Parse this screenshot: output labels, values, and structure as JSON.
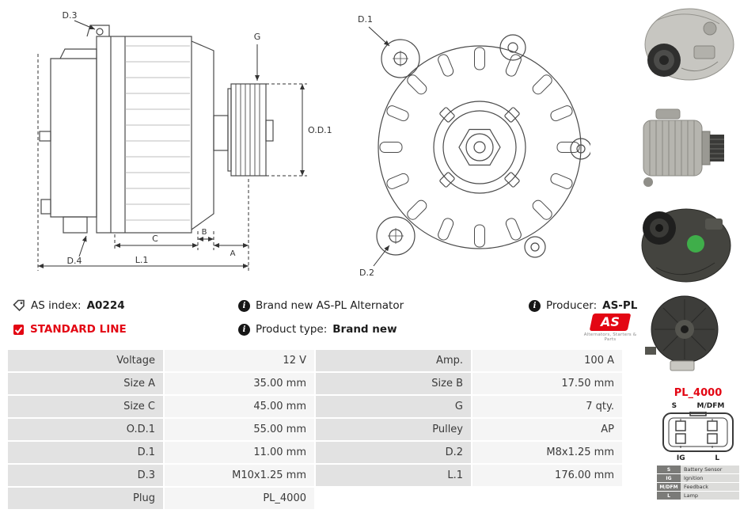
{
  "info": {
    "as_index_label": "AS index:",
    "as_index_value": "A0224",
    "brand_new_text": "Brand new AS-PL Alternator",
    "producer_label": "Producer:",
    "producer_value": "AS-PL",
    "standard_line": "STANDARD LINE",
    "product_type_label": "Product type:",
    "product_type_value": "Brand new",
    "logo_text": "AS",
    "logo_tagline": "Alternators, Starters & Parts"
  },
  "drawing": {
    "d3": "D.3",
    "g": "G",
    "od1": "O.D.1",
    "d4": "D.4",
    "c": "C",
    "b": "B",
    "a": "A",
    "l1": "L.1",
    "d1": "D.1",
    "d2": "D.2"
  },
  "specs": {
    "rows": [
      {
        "label1": "Voltage",
        "value1": "12 V",
        "label2": "Amp.",
        "value2": "100 A"
      },
      {
        "label1": "Size A",
        "value1": "35.00 mm",
        "label2": "Size B",
        "value2": "17.50 mm"
      },
      {
        "label1": "Size C",
        "value1": "45.00 mm",
        "label2": "G",
        "value2": "7 qty."
      },
      {
        "label1": "O.D.1",
        "value1": "55.00 mm",
        "label2": "Pulley",
        "value2": "AP"
      },
      {
        "label1": "D.1",
        "value1": "11.00 mm",
        "label2": "D.2",
        "value2": "M8x1.25 mm"
      },
      {
        "label1": "D.3",
        "value1": "M10x1.25 mm",
        "label2": "L.1",
        "value2": "176.00 mm"
      },
      {
        "label1": "Plug",
        "value1": "PL_4000"
      }
    ]
  },
  "connector": {
    "title": "PL_4000",
    "pin_top_left": "S",
    "pin_top_right": "M/DFM",
    "pin_bottom_left": "IG",
    "pin_bottom_right": "L",
    "legend": [
      {
        "key": "S",
        "desc": "Battery Sensor"
      },
      {
        "key": "IG",
        "desc": "Ignition"
      },
      {
        "key": "M/DFM",
        "desc": "Feedback"
      },
      {
        "key": "L",
        "desc": "Lamp"
      }
    ]
  },
  "colors": {
    "accent_red": "#e30613",
    "table_label_bg": "#e2e2e2",
    "table_value_bg": "#f5f5f5"
  }
}
